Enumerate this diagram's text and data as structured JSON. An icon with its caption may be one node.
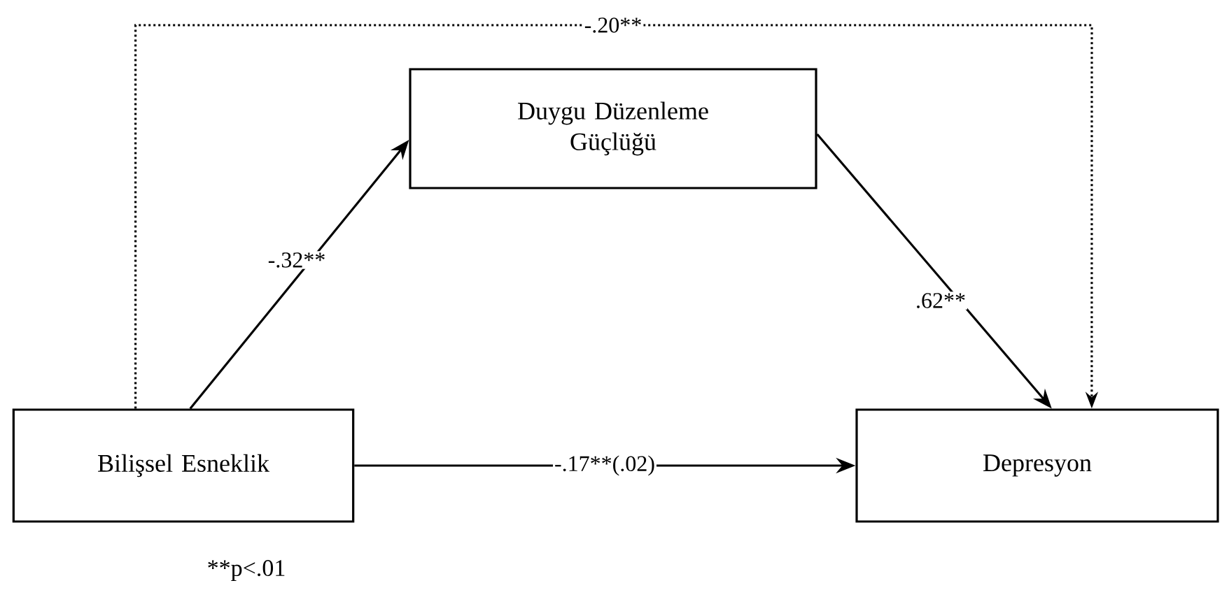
{
  "diagram": {
    "nodes": [
      {
        "text": [
          "Duygu Düzenleme Güçlüğü"
        ]
      },
      {
        "text": [
          "Bilişsel Esneklik"
        ]
      },
      {
        "text": [
          "Depresyon"
        ]
      }
    ],
    "edges": [
      {
        "from": 1,
        "to": 0,
        "arrow": "to",
        "label": "-.32**"
      },
      {
        "from": 0,
        "to": 2,
        "arrow": "to",
        "label": ".62**"
      },
      {
        "from": 1,
        "to": 2,
        "arrow": "to",
        "label": "-.17**(.02)"
      },
      {
        "from": 1,
        "to": 2,
        "arrow": "to",
        "label": "-.20**",
        "style": "dashed"
      }
    ],
    "labels": [
      "**p<.01"
    ]
  }
}
